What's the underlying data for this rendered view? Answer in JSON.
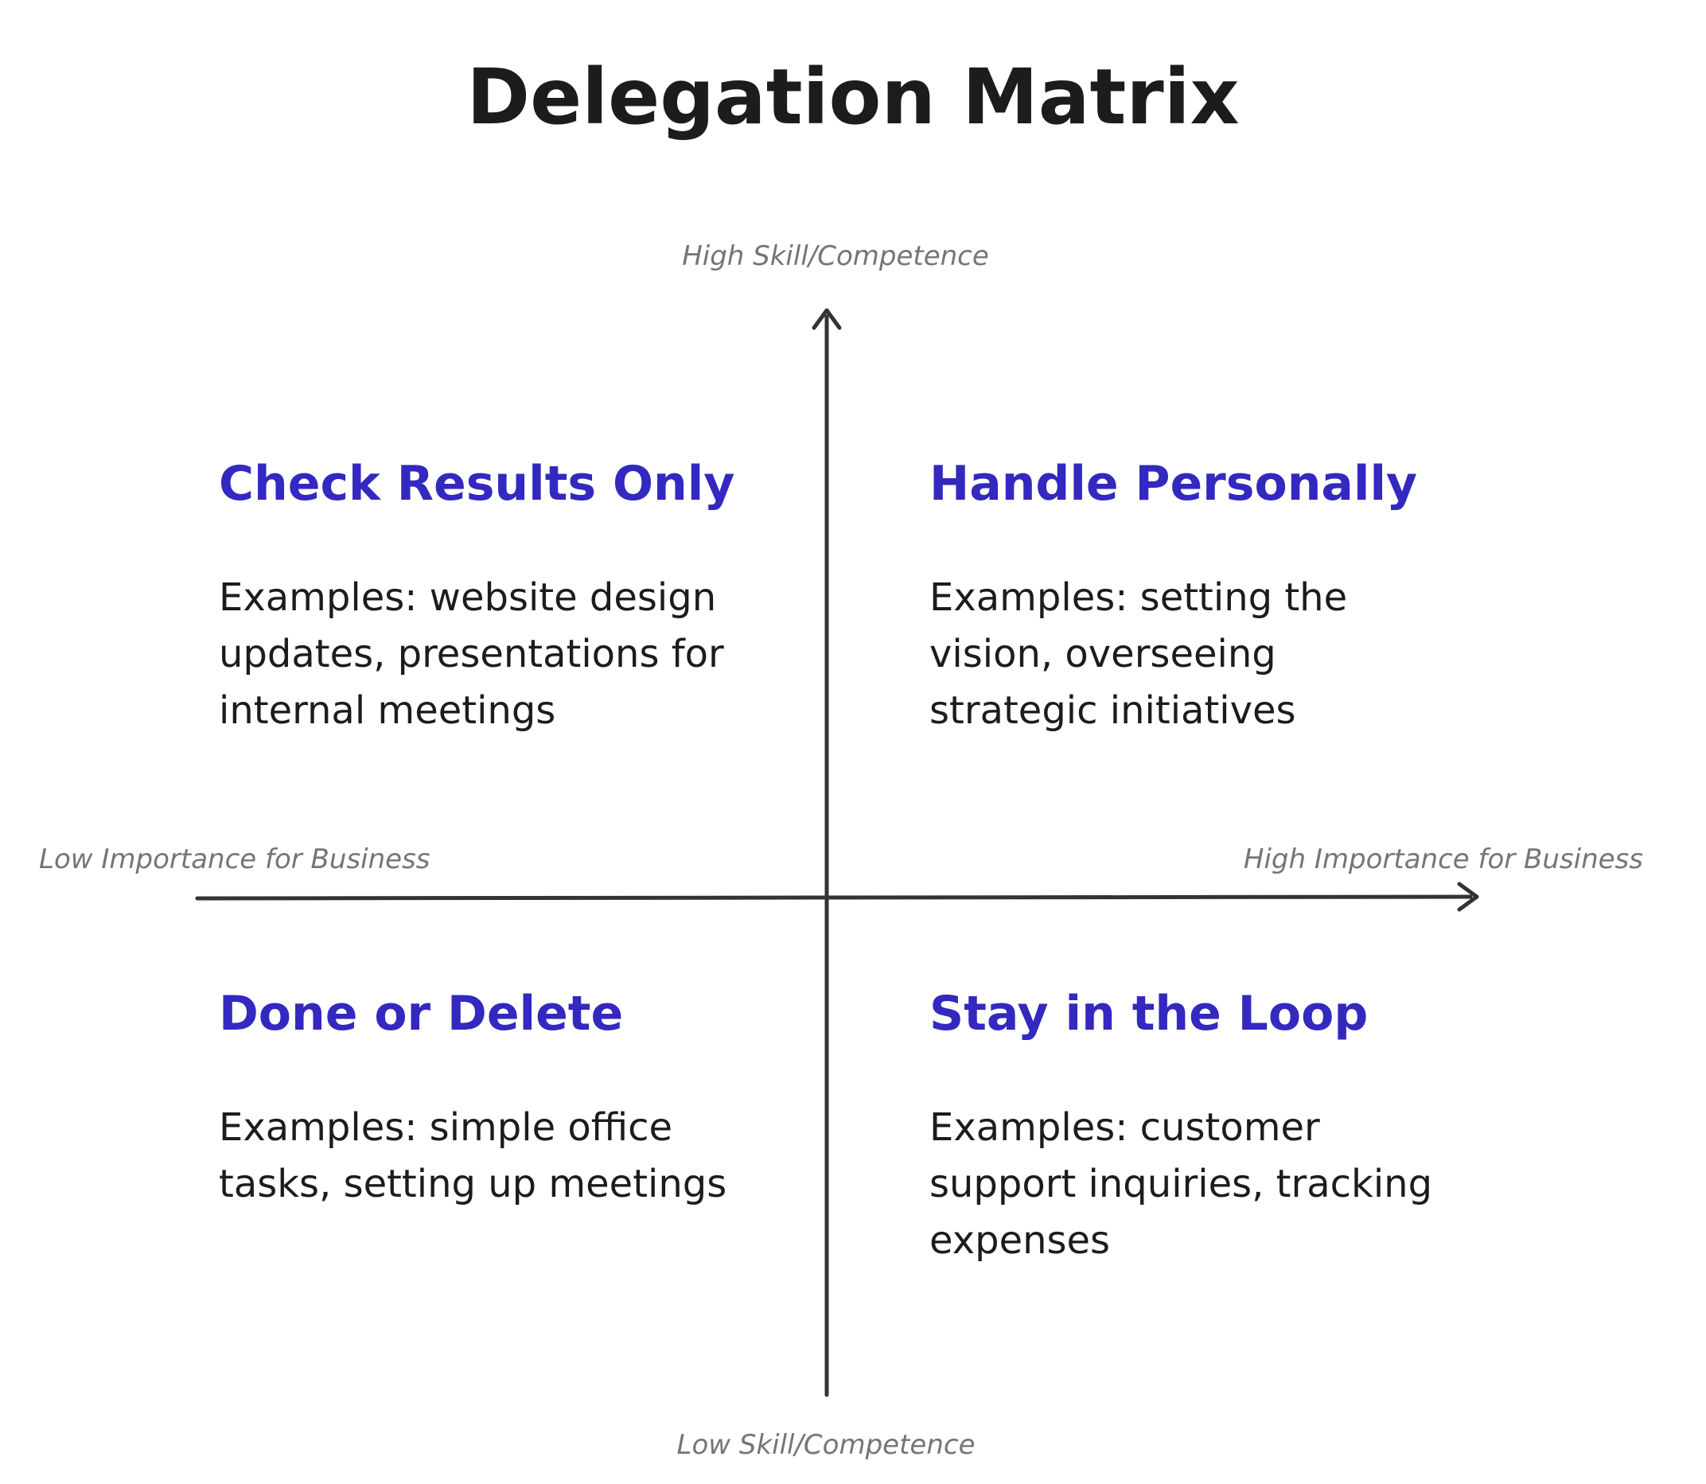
{
  "title": "Delegation Matrix",
  "axes": {
    "y_high": "High Skill/Competence",
    "y_low": "Low Skill/Competence",
    "x_low": "Low Importance for Business",
    "x_high": "High Importance for Business"
  },
  "quadrants": [
    {
      "title": "Check Results Only",
      "description": "Examples: website design updates, presentations for internal meetings"
    },
    {
      "title": "Handle Personally",
      "description": "Examples: setting the vision, overseeing strategic initiatives"
    },
    {
      "title": "Done or Delete",
      "description": "Examples: simple office tasks, setting up meetings"
    },
    {
      "title": "Stay in the Loop",
      "description": "Examples: customer support inquiries, tracking expenses"
    }
  ],
  "colors": {
    "quadrant_title": "#3328bf",
    "body_text": "#1c1c1c",
    "axis_label": "#757575",
    "axis_line": "#333333"
  }
}
